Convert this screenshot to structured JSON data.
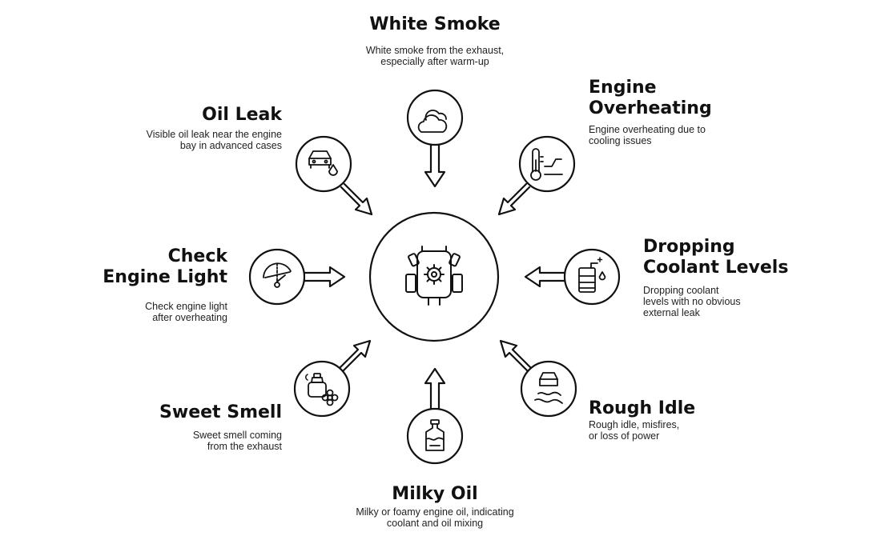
{
  "nodes": {
    "white_smoke": {
      "title": "White Smoke",
      "desc": "White smoke from the exhaust,\nespecially after warm-up",
      "icon": "cloud-icon"
    },
    "overheating": {
      "title": "Engine\nOverheating",
      "desc": "Engine overheating due to\ncooling issues",
      "icon": "thermometer-icon"
    },
    "coolant": {
      "title": "Dropping\nCoolant Levels",
      "desc": "Dropping coolant\nlevels with no obvious\nexternal leak",
      "icon": "coolant-tank-icon"
    },
    "rough_idle": {
      "title": "Rough Idle",
      "desc": "Rough idle, misfires,\nor loss of power",
      "icon": "skidding-car-icon"
    },
    "milky_oil": {
      "title": "Milky Oil",
      "desc": "Milky or foamy engine oil, indicating\ncoolant and oil mixing",
      "icon": "oil-bottle-icon"
    },
    "sweet_smell": {
      "title": "Sweet Smell",
      "desc": "Sweet smell coming\nfrom the exhaust",
      "icon": "perfume-flower-icon"
    },
    "check_engine": {
      "title": "Check\nEngine Light",
      "desc": "Check engine light\nafter overheating",
      "icon": "gauge-icon"
    },
    "oil_leak": {
      "title": "Oil Leak",
      "desc": "Visible oil leak near the engine\nbay in advanced cases",
      "icon": "car-oil-drop-icon"
    }
  },
  "center": {
    "icon": "engine-icon"
  },
  "colors": {
    "stroke": "#111111",
    "background": "#ffffff"
  }
}
